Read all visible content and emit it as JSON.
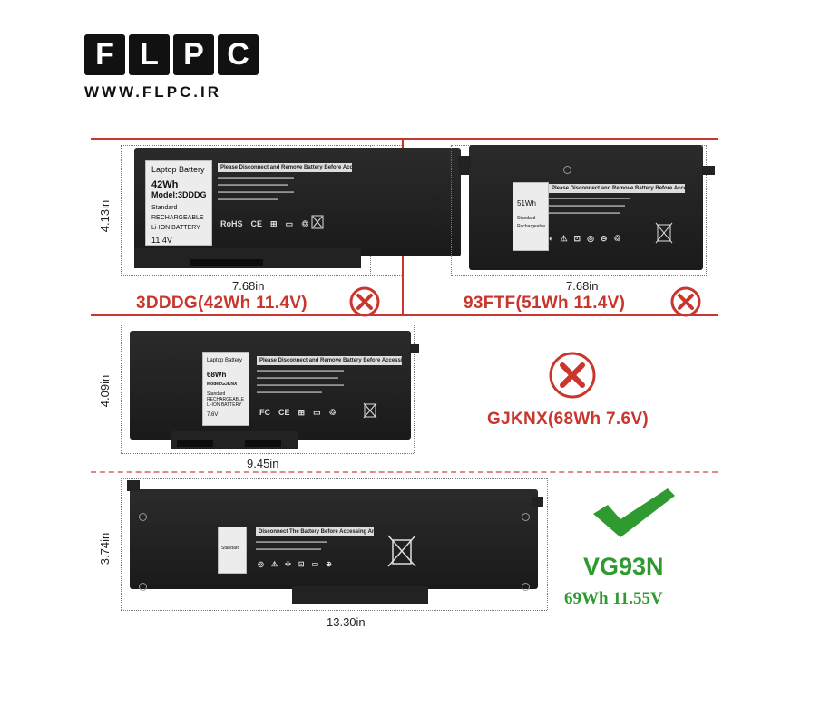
{
  "logo": {
    "letters": [
      "F",
      "L",
      "P",
      "C"
    ],
    "url": "WWW.FLPC.IR"
  },
  "batteries": [
    {
      "id": "3dddg",
      "height_label": "4.13in",
      "width_label": "7.68in",
      "model_text": "3DDDG(42Wh  11.4V)",
      "compatible": false,
      "label": {
        "line1": "Laptop Battery",
        "capacity": "42Wh",
        "model": "Model:3DDDG",
        "type1": "Standard",
        "type2": "RECHARGEABLE",
        "type3": "Li-ION BATTERY",
        "voltage": "11.4V",
        "rohs": "RoHS"
      },
      "warning_header": "Please Disconnect and Remove Battery Before Accessing The Rear Parts and Section"
    },
    {
      "id": "93ftf",
      "height_label": "4.13in",
      "width_label": "7.68in",
      "model_text": "93FTF(51Wh  11.4V)",
      "compatible": false,
      "label": {
        "capacity": "51Wh",
        "type1": "Standard",
        "type2": "Rechargeable"
      },
      "warning_header": "Please Disconnect and Remove Battery Before Accessing The Rear Parts and Section"
    },
    {
      "id": "gjknx",
      "height_label": "4.09in",
      "width_label": "9.45in",
      "model_text": "GJKNX(68Wh  7.6V)",
      "compatible": false,
      "label": {
        "line1": "Laptop Battery",
        "capacity": "68Wh",
        "model": "Model:GJKNX",
        "type1": "Standard",
        "type2": "RECHARGEABLE",
        "type3": "Li-ION BATTERY",
        "voltage": "7.6V"
      },
      "warning_header": "Please Disconnect and Remove Battery Before Accessing The Rear Parts and Section"
    },
    {
      "id": "vg93n",
      "height_label": "3.74in",
      "width_label": "13.30in",
      "model_text": "VG93N",
      "spec_text": "69Wh 11.55V",
      "compatible": true,
      "label": {
        "type1": "Standard"
      },
      "warning_header": "Disconnect The Battery Before Accessing Any Parts or Devices"
    }
  ],
  "colors": {
    "incompatible": "#c9362e",
    "compatible": "#2f9a2f",
    "battery": "#1f1f1f"
  },
  "icons": [
    "cross-mark-icon",
    "check-mark-icon",
    "recycle-bin-icon"
  ]
}
